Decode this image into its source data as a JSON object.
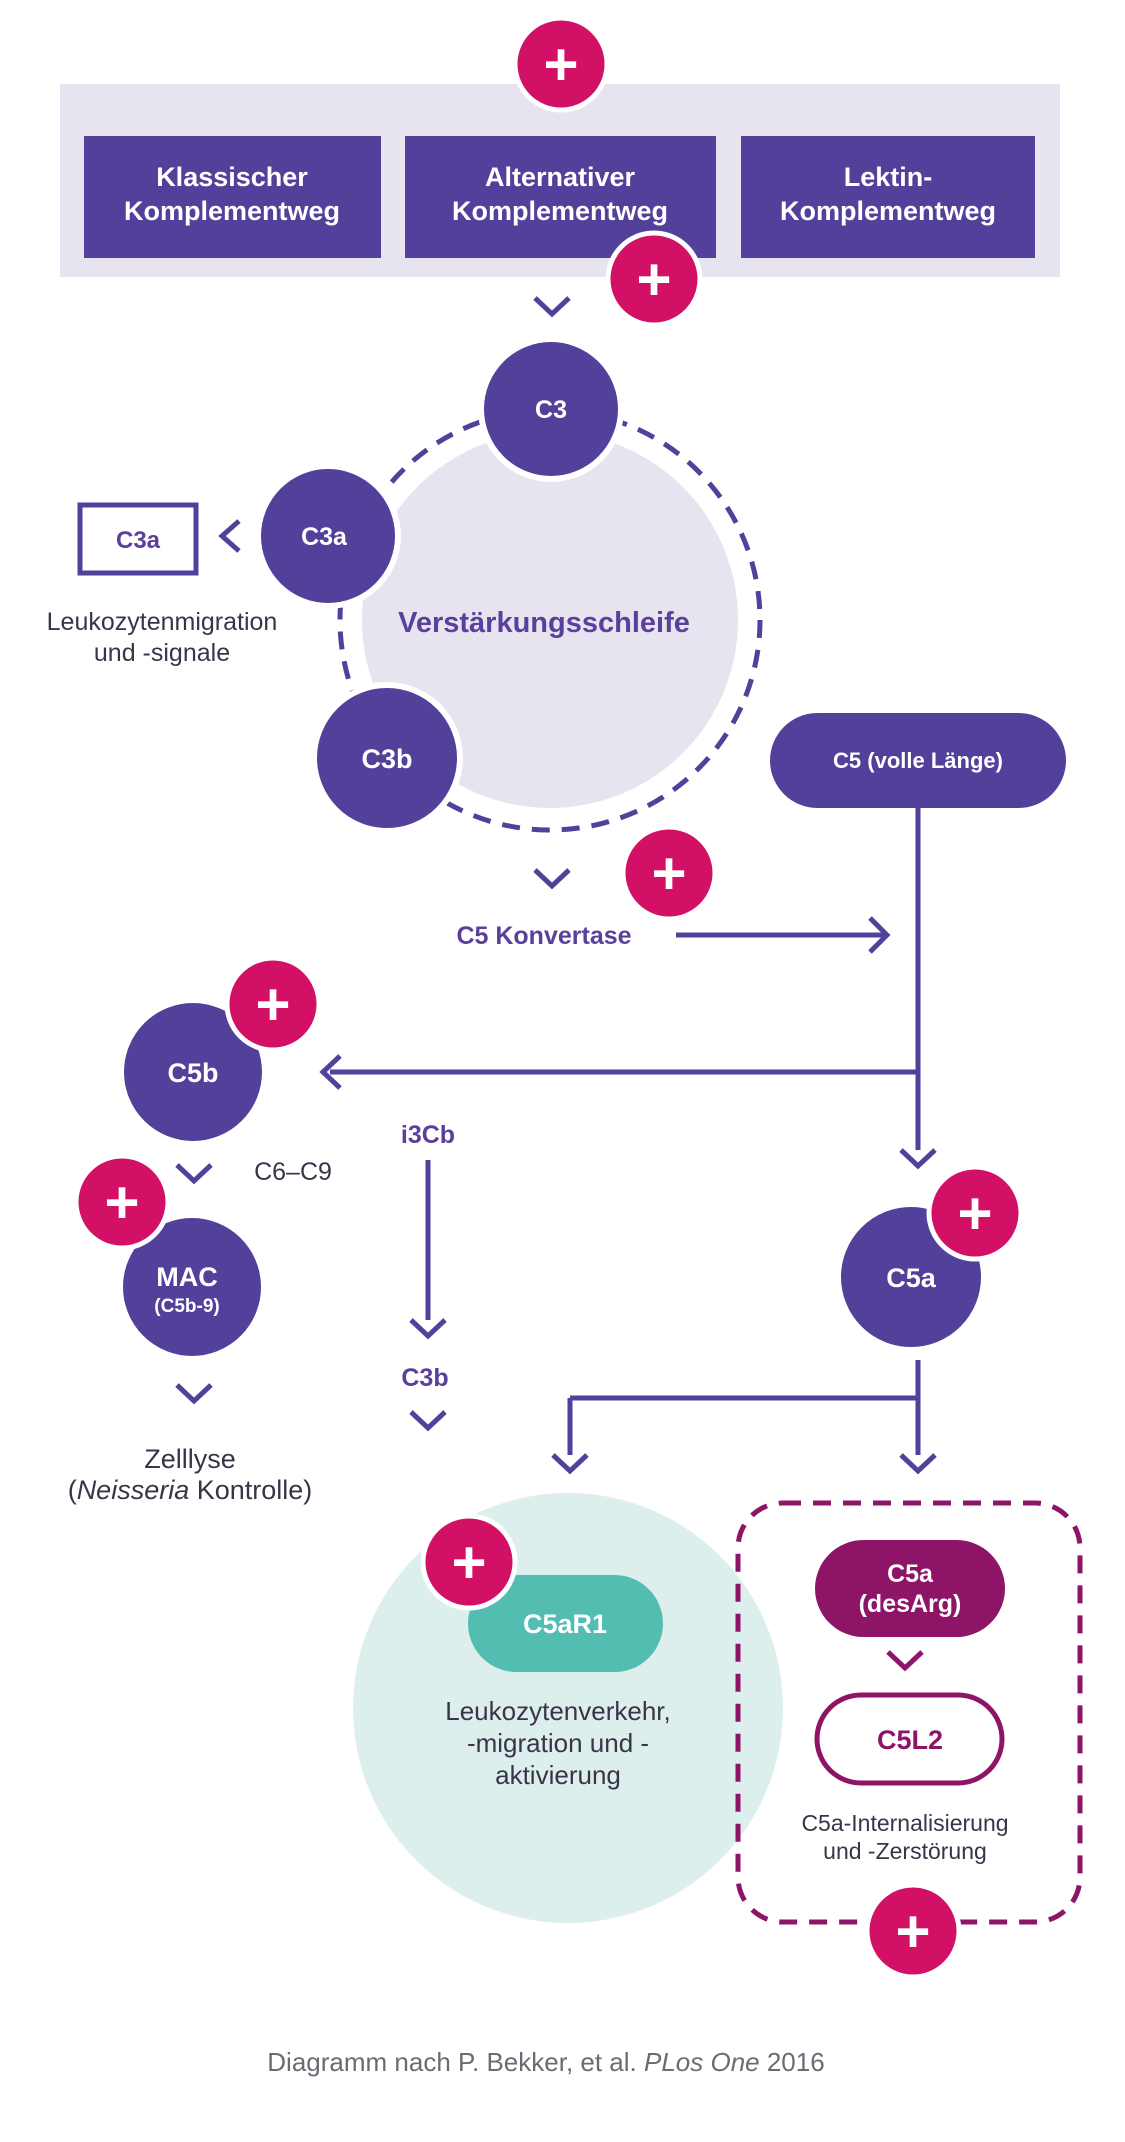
{
  "pathways": {
    "classical": [
      "Klassischer",
      "Komplementweg"
    ],
    "alternative": [
      "Alternativer",
      "Komplementweg"
    ],
    "lectin": [
      "Lektin-",
      "Komplementweg"
    ]
  },
  "nodes": {
    "c3": "C3",
    "c3a": "C3a",
    "c3a_box": "C3a",
    "c3b": "C3b",
    "loop": "Verstärkungsschleife",
    "c5_full": "C5 (volle Länge)",
    "c5_convertase": "C5 Konvertase",
    "c5b": "C5b",
    "c6c9": "C6–C9",
    "mac": "MAC",
    "mac_sub": "(C5b-9)",
    "i3cb": "i3Cb",
    "c3b_small": "C3b",
    "c5a": "C5a",
    "c5ar1": "C5aR1",
    "c5a_desarg_1": "C5a",
    "c5a_desarg_2": "(desArg)",
    "c5l2": "C5L2",
    "plus": "+"
  },
  "labels": {
    "leuko_migration": [
      "Leukozytenmigration",
      "und -signale"
    ],
    "cell_lysis_1": "Zelllyse",
    "cell_lysis_2_open": "(",
    "cell_lysis_2_italic": "Neisseria",
    "cell_lysis_2_rest": " Kontrolle)",
    "c5ar1_effect": [
      "Leukozytenverkehr,",
      "-migration und -",
      "aktivierung"
    ],
    "c5l2_effect": [
      "C5a-Internalisierung",
      "und -Zerstörung"
    ]
  },
  "footer": {
    "prefix": "Diagramm nach P. Bekker, et al. ",
    "journal": "PLos One",
    "year": " 2016"
  },
  "colors": {
    "purple": "#52409a",
    "magenta": "#d11066",
    "dark_magenta": "#8d1467",
    "teal": "#52bdb0",
    "light_lavender": "#e7e3ef",
    "light_teal": "#dcefed"
  }
}
